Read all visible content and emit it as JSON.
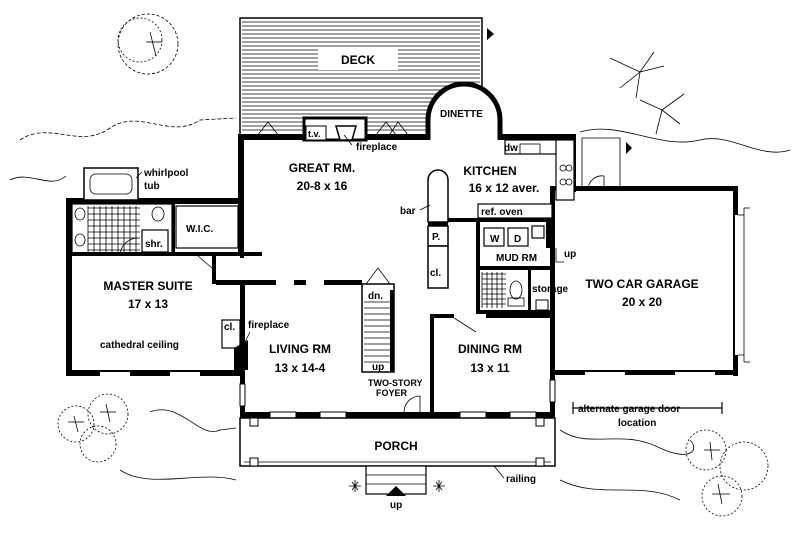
{
  "rooms": {
    "deck": "DECK",
    "dinette": "DINETTE",
    "great_room": {
      "name": "GREAT RM.",
      "size": "20-8 x 16"
    },
    "kitchen": {
      "name": "KITCHEN",
      "size": "16 x 12 aver."
    },
    "master_suite": {
      "name": "MASTER SUITE",
      "size": "17 x 13",
      "note": "cathedral ceiling"
    },
    "living_room": {
      "name": "LIVING RM",
      "size": "13 x 14-4"
    },
    "dining_room": {
      "name": "DINING RM",
      "size": "13 x 11"
    },
    "garage": {
      "name": "TWO CAR GARAGE",
      "size": "20 x 20"
    },
    "porch": "PORCH",
    "foyer": {
      "line1": "TWO-STORY",
      "line2": "FOYER"
    },
    "mud_room": "MUD RM",
    "wic": "W.I.C."
  },
  "fixtures": {
    "tv": "t.v.",
    "fireplace_great": "fireplace",
    "fireplace_living": "fireplace",
    "whirlpool": "whirlpool",
    "tub": "tub",
    "shower": "shr.",
    "bar": "bar",
    "pantry": "P.",
    "closet_center": "cl.",
    "closet_master": "cl.",
    "dishwasher": "dw",
    "ref_oven": "ref. oven",
    "washer": "W",
    "dryer": "D",
    "storage": "storage",
    "stairs_down": "dn.",
    "stairs_up": "up",
    "garage_up": "up",
    "porch_up": "up",
    "railing": "railing"
  },
  "notes": {
    "garage_door_line1": "alternate garage door",
    "garage_door_line2": "location"
  }
}
